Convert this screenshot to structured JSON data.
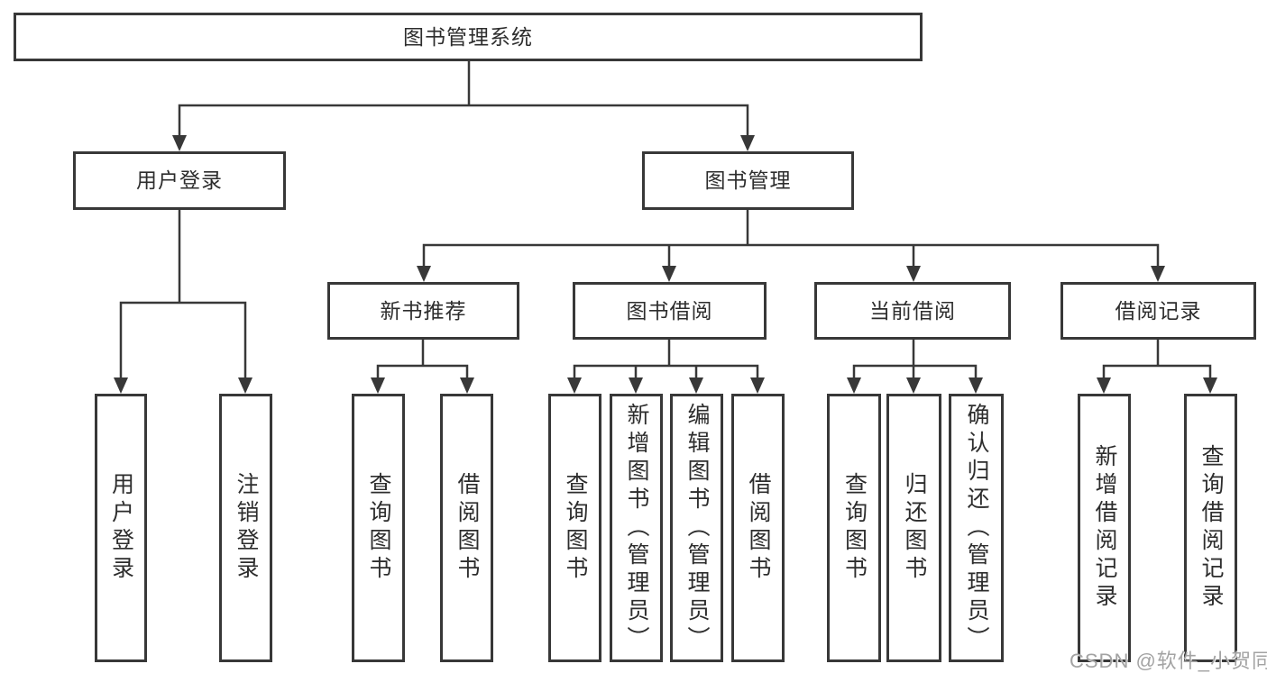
{
  "colors": {
    "line": "#383838",
    "node_border": "#383838",
    "node_text": "#2d2d2d",
    "background": "#ffffff",
    "watermark": "#a3a3a3"
  },
  "watermark": {
    "text": "CSDN @软件_小贺同学"
  },
  "tree": {
    "root": {
      "label": "图书管理系统",
      "children": [
        {
          "label": "用户登录",
          "children": [
            {
              "label": "用户登录"
            },
            {
              "label": "注销登录"
            }
          ]
        },
        {
          "label": "图书管理",
          "children": [
            {
              "label": "新书推荐",
              "children": [
                {
                  "label": "查询图书"
                },
                {
                  "label": "借阅图书"
                }
              ]
            },
            {
              "label": "图书借阅",
              "children": [
                {
                  "label": "查询图书"
                },
                {
                  "label": "新增图书（管理员）"
                },
                {
                  "label": "编辑图书（管理员）"
                },
                {
                  "label": "借阅图书"
                }
              ]
            },
            {
              "label": "当前借阅",
              "children": [
                {
                  "label": "查询图书"
                },
                {
                  "label": "归还图书"
                },
                {
                  "label": "确认归还（管理员）"
                }
              ]
            },
            {
              "label": "借阅记录",
              "children": [
                {
                  "label": "新增借阅记录"
                },
                {
                  "label": "查询借阅记录"
                }
              ]
            }
          ]
        }
      ]
    }
  }
}
